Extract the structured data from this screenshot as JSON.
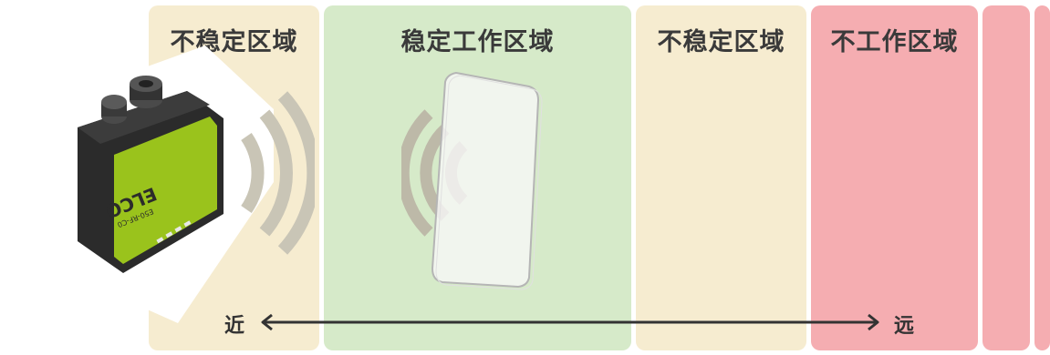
{
  "zones": [
    {
      "label": "不稳定区域",
      "color": "#f6ecd0"
    },
    {
      "label": "稳定工作区域",
      "color": "#d6eac9"
    },
    {
      "label": "不稳定区域",
      "color": "#f6ecd0"
    },
    {
      "label": "不工作区域",
      "color": "#f5adb1"
    },
    {
      "label": "",
      "color": "#f5adb1"
    },
    {
      "label": "",
      "color": "#f5adb1"
    }
  ],
  "reader_device": {
    "brand": "ELCO",
    "model": "E50-RF-C0",
    "body_color": "#9ac31c",
    "housing_color": "#2b2b2b",
    "icon": "rfid-reader-icon"
  },
  "tag": {
    "icon": "rfid-tag-card-icon"
  },
  "distance_axis": {
    "near_label": "近",
    "far_label": "远"
  }
}
